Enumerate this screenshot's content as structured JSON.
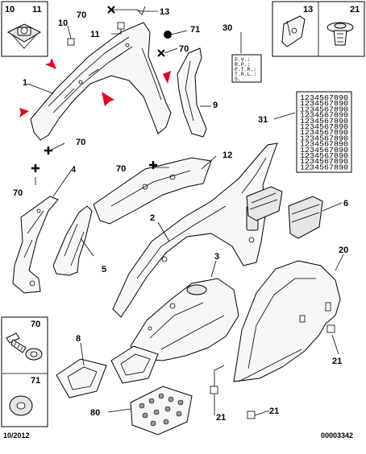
{
  "callouts": {
    "c10_box": "10",
    "c11_box": "11",
    "c70_top": "70",
    "c13_top": "13",
    "c10_mid": "10",
    "c11_mid": "11",
    "c71_top": "71",
    "c70_right": "70",
    "c1": "1",
    "c30": "30",
    "c9": "9",
    "c31": "31",
    "c70_left_mid": "70",
    "c70_left_low": "70",
    "c4": "4",
    "c70_center": "70",
    "c12": "12",
    "c2": "2",
    "c5": "5",
    "c6": "6",
    "c3": "3",
    "c20": "20",
    "c21_right": "21",
    "c8": "8",
    "c80": "80",
    "c21_bot1": "21",
    "c21_bot2": "21",
    "c13_box": "13",
    "c21_box": "21",
    "c70_box": "70",
    "c71_box": "71"
  },
  "label_card": {
    "lines": [
      "P.V.:",
      "R.P.:",
      "P.T.R.:",
      "T.R.L.:",
      "S."
    ]
  },
  "number_grid": {
    "rows": [
      "1234567890",
      "1234567890",
      "1234567890",
      "1234567890",
      "1234567890",
      "1234567890",
      "1234567890",
      "1234567890",
      "1234567890",
      "1234567890",
      "1234567890",
      "1234567890",
      "1234567890"
    ]
  },
  "footer": {
    "date": "10/2012",
    "ref": "00003342"
  },
  "colors": {
    "arrow": "#e8001c",
    "line": "#000000"
  }
}
